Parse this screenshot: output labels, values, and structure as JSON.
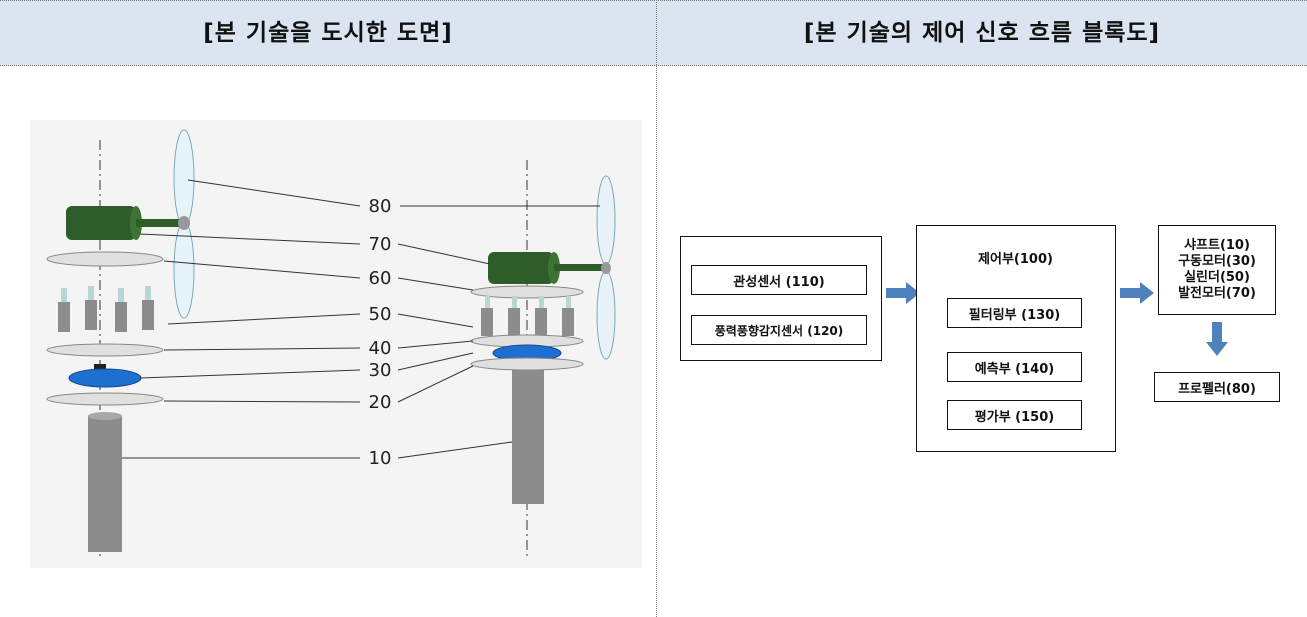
{
  "header": {
    "left_title": "[본 기술을 도시한 도면]",
    "right_title": "[본 기술의 제어 신호 흐름 블록도]"
  },
  "drawing": {
    "part_numbers": [
      "80",
      "70",
      "60",
      "50",
      "40",
      "30",
      "20",
      "10"
    ]
  },
  "block_diagram": {
    "sensor_group": {
      "items": [
        "관성센서 (110)",
        "풍력풍향감지센서 (120)"
      ]
    },
    "controller": {
      "title": "제어부(100)",
      "items": [
        "필터링부 (130)",
        "예측부 (140)",
        "평가부 (150)"
      ]
    },
    "actuators": [
      "샤프트(10)",
      "구동모터(30)",
      "실린더(50)",
      "발전모터(70)"
    ],
    "output": "프로펠러(80)"
  },
  "colors": {
    "header_bg": "#dbe5f1",
    "arrow_blue": "#4f81bd",
    "motor_green": "#2f5d2a",
    "disc_blue": "#1f6fd1",
    "shaft_gray": "#8c8c8c"
  }
}
